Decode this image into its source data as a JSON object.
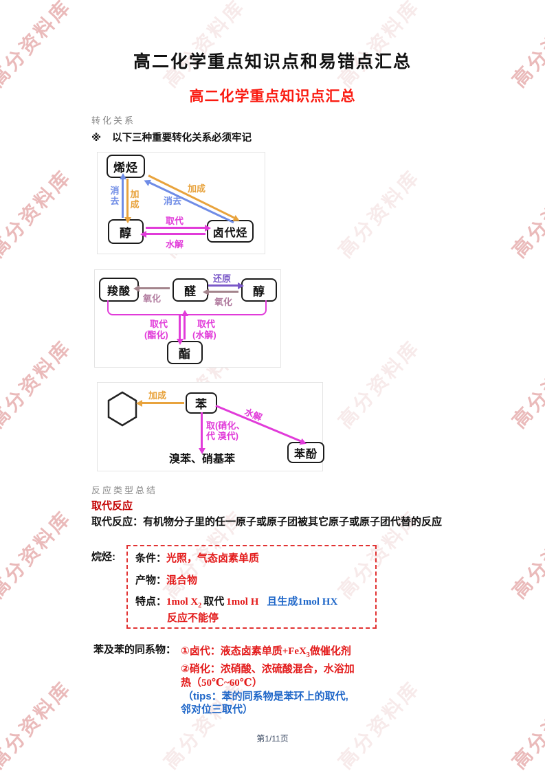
{
  "page": {
    "title": "高二化学重点知识点和易错点汇总",
    "subtitle": "高二化学重点知识点汇总",
    "footer": "第1/11页",
    "watermark": "高分资料库"
  },
  "colors": {
    "title_red": "#fa1a10",
    "heading_red": "#c30000",
    "body_red": "#e31b1b",
    "body_blue": "#1e66c8",
    "magenta": "#e13bd9",
    "orange": "#e8a33d",
    "arrow_blue": "#6f8ce6",
    "purple": "#7a58c8",
    "mauve": "#b27da0"
  },
  "section_transform": {
    "label": "转化关系",
    "marker": "※",
    "note": "以下三种重要转化关系必须牢记"
  },
  "diagram1": {
    "nodes": {
      "alkene": "烯烃",
      "alcohol": "醇",
      "haloalkane": "卤代烃"
    },
    "labels": {
      "elim_v1": "消",
      "elim_v2": "去",
      "add_v1": "加",
      "add_v2": "成",
      "add_diag": "加成",
      "elim_diag": "消去",
      "substitution": "取代",
      "hydrolysis": "水解"
    }
  },
  "diagram2": {
    "nodes": {
      "acid": "羧酸",
      "aldehyde": "醛",
      "alcohol": "醇",
      "ester": "酯"
    },
    "labels": {
      "oxidation_left": "氧化",
      "reduction": "还原",
      "oxidation_right": "氧化",
      "sub_left1": "取代",
      "sub_left2": "(酯化)",
      "sub_right1": "取代",
      "sub_right2": "(水解)"
    }
  },
  "diagram3": {
    "nodes": {
      "benzene": "苯",
      "phenol": "苯酚",
      "products": "溴苯、硝基苯"
    },
    "labels": {
      "addition": "加成",
      "substitution1": "取(硝化、",
      "substitution2": "代 溴代)",
      "hydrolysis": "水解"
    }
  },
  "section_reaction": {
    "label": "反应类型总结",
    "heading": "取代反应",
    "definition": "取代反应：有机物分子里的任一原子或原子团被其它原子或原子团代替的反应"
  },
  "alkane": {
    "label": "烷烃:",
    "cond_key": "条件：",
    "cond_val": "光照，气态卤素单质",
    "prod_key": "产物：",
    "prod_val": "混合物",
    "feat_key": "特点：",
    "feat_red1": "1mol X",
    "feat_red1_sub": "2",
    "feat_black": "取代",
    "feat_red2": "1mol H",
    "feat_blue_cjk": "且生成",
    "feat_blue_latin": "1mol HX",
    "feat_line2": "反应不能停"
  },
  "benzene_series": {
    "label": "苯及苯的同系物：",
    "l1_num": "①卤代：",
    "l1_cjk": "液态卤素单质",
    "l1_latin": "+FeX",
    "l1_sub": "3",
    "l1_cjk2": "做催化剂",
    "l2": "②硝化：浓硝酸、浓硫酸混合，水浴加",
    "l3_cjk": "热",
    "l3_temp": "（50℃~60℃）",
    "tips1": "（tips：苯的同系物是苯环上的取代,",
    "tips2": "邻对位三取代）"
  }
}
